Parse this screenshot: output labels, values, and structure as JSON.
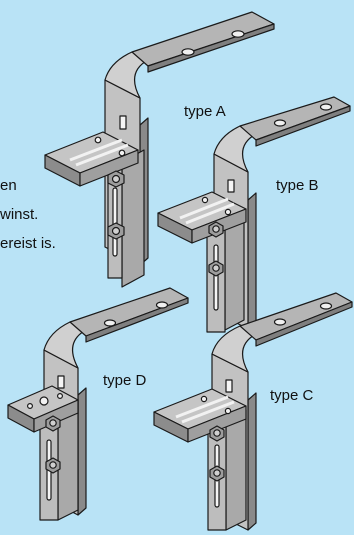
{
  "background_color": "#b9e3f6",
  "metal_color": "#b3b3b3",
  "side_text": [
    "en",
    "winst.",
    "ereist is."
  ],
  "brackets": [
    {
      "label": "type A"
    },
    {
      "label": "type B"
    },
    {
      "label": "type D"
    },
    {
      "label": "type C"
    }
  ]
}
